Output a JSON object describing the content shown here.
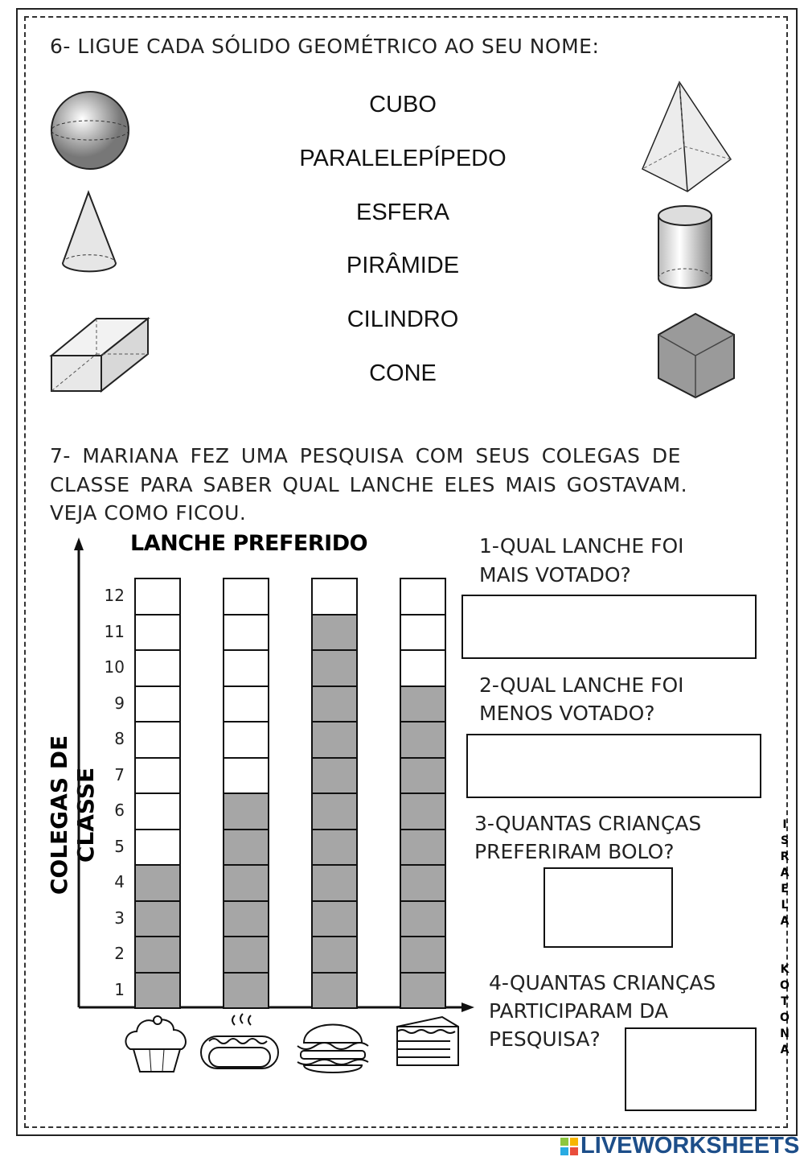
{
  "q6": {
    "title": "6- LIGUE CADA SÓLIDO GEOMÉTRICO AO SEU NOME:",
    "names": [
      "CUBO",
      "PARALELEPÍPEDO",
      "ESFERA",
      "PIRÂMIDE",
      "CILINDRO",
      "CONE"
    ]
  },
  "q7": {
    "lines": [
      "7- MARIANA FEZ UMA  PESQUISA COM SEUS COLEGAS DE",
      "CLASSE PARA SABER QUAL LANCHE ELES MAIS GOSTAVAM.",
      "VEJA COMO FICOU."
    ],
    "questions": [
      {
        "lines": [
          "1-QUAL LANCHE FOI",
          "MAIS VOTADO?"
        ],
        "answer": ""
      },
      {
        "lines": [
          "2-QUAL LANCHE FOI",
          "MENOS VOTADO?"
        ],
        "answer": ""
      },
      {
        "lines": [
          "3-QUANTAS CRIANÇAS",
          "PREFERIRAM BOLO?"
        ],
        "answer": ""
      },
      {
        "lines": [
          "4-QUANTAS CRIANÇAS",
          "PARTICIPARAM DA",
          "PESQUISA?"
        ],
        "answer": ""
      }
    ]
  },
  "chart_data": {
    "type": "bar",
    "title": "LANCHE PREFERIDO",
    "ylabel": "COLEGAS DE CLASSE",
    "xlabel": "",
    "categories": [
      "cupcake-icon",
      "hotdog-icon",
      "hamburger-icon",
      "cake-icon"
    ],
    "values": [
      4,
      6,
      11,
      9
    ],
    "ylim": [
      0,
      12
    ],
    "yticks": [
      "1",
      "2",
      "3",
      "4",
      "5",
      "6",
      "7",
      "8",
      "9",
      "10",
      "11",
      "12"
    ],
    "fill_color": "#a6a6a6"
  },
  "side_credit": "ISRAELA KOTONA",
  "logo": "LIVEWORKSHEETS",
  "logo_colors": [
    "#8dc63f",
    "#f7b500",
    "#29abe2",
    "#e94e3c"
  ]
}
